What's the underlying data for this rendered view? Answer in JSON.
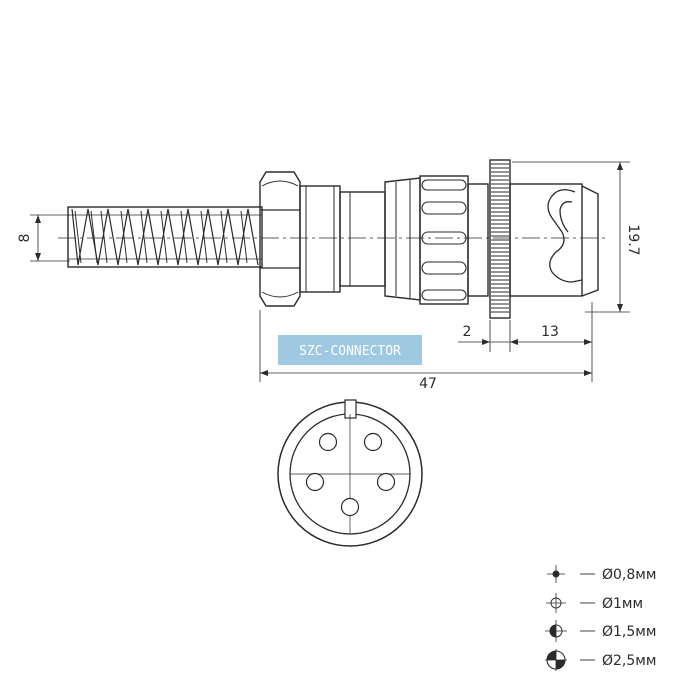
{
  "watermark": {
    "text": "SZC-CONNECTOR",
    "color": "#9fc9e3"
  },
  "dimensions": {
    "cable_diameter": "8",
    "body_height": "19.7",
    "nut_thickness": "2",
    "tip_length": "13",
    "total_length": "47"
  },
  "legend": [
    {
      "symbol": "filled-dot-icon",
      "label": "Ø0,8мм"
    },
    {
      "symbol": "open-cross-circle-icon",
      "label": "Ø1мм"
    },
    {
      "symbol": "half-filled-circle-icon",
      "label": "Ø1,5мм"
    },
    {
      "symbol": "quarter-filled-circle-icon",
      "label": "Ø2,5мм"
    }
  ],
  "pin_count": 5,
  "line_color": "#2b2b2b"
}
